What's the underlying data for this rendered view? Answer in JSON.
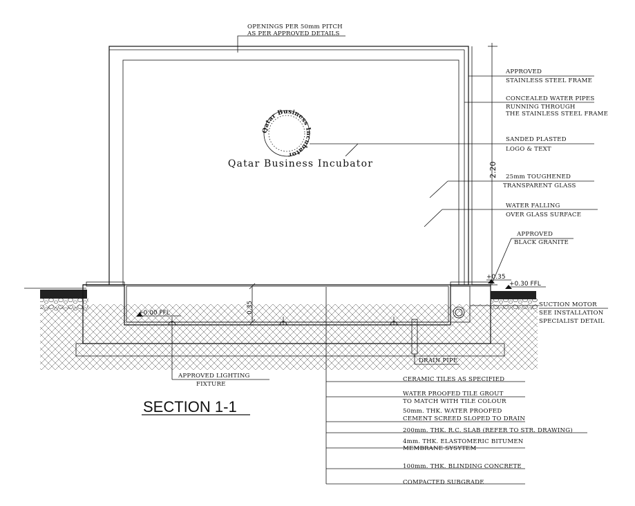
{
  "section_title": "SECTION 1-1",
  "glass_brand_text": "Qatar Business Incubator",
  "logo_ring_text": "Qatar Business Incubator",
  "notes_top": {
    "openings_line1": "OPENINGS PER 50mm PITCH",
    "openings_line2": "AS PER APPROVED DETAILS"
  },
  "callouts_right": {
    "frame_line1": "APPROVED",
    "frame_line2": "STAINLESS STEEL FRAME",
    "pipes_line1": "CONCEALED WATER PIPES",
    "pipes_line2": "RUNNING THROUGH",
    "pipes_line3": "THE STAINLESS STEEL FRAME",
    "logo_line1": "SANDED PLASTED",
    "logo_line2": "LOGO & TEXT",
    "glass_line1": "25mm TOUGHENED",
    "glass_line2": "TRANSPARENT GLASS",
    "water_line1": "WATER FALLING",
    "water_line2": "OVER GLASS SURFACE",
    "granite_line1": "APPROVED",
    "granite_line2": "BLACK GRANITE",
    "motor_line1": "SUCTION MOTOR",
    "motor_line2": "SEE INSTALLATION",
    "motor_line3": "SPECIALIST DETAIL",
    "drain": "DRAIN PIPE"
  },
  "callouts_left": {
    "lighting_line1": "APPROVED LIGHTING",
    "lighting_line2": "FIXTURE"
  },
  "dimensions": {
    "height": "2.20",
    "level_top": "+0.35",
    "level_ffl": "+0.30 FFL",
    "level_pool": "+0.00 FFL",
    "depth": "0.35"
  },
  "layers": [
    "CERAMIC TILES AS SPECIFIED",
    "WATER PROOFED TILE GROUT",
    "TO MATCH WITH TILE COLOUR",
    "50mm. THK. WATER PROOFED",
    "CEMENT SCREED SLOPED TO DRAIN",
    "200mm. THK. R.C. SLAB (REFER TO STR. DRAWING)",
    "4mm. THK. ELASTOMERIC BITUMEN",
    "MEMBRANE SYSYTEM",
    "100mm. THK. BLINDING CONCRETE",
    "COMPACTED SUBGRADE"
  ]
}
